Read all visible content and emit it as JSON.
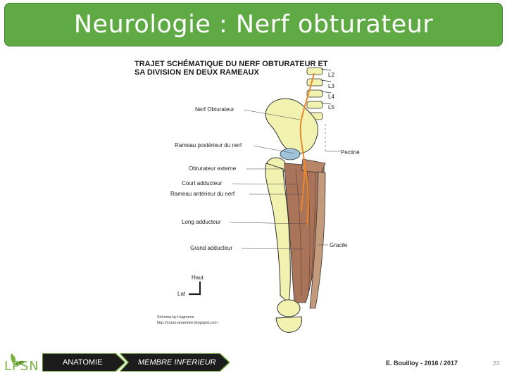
{
  "slide": {
    "title": "Neurologie : Nerf obturateur",
    "page_number": "23"
  },
  "diagram": {
    "title_line1": "TRAJET SCHÉMATIQUE DU NERF OBTURATEUR ET",
    "title_line2": "SA DIVISION EN DEUX RAMEAUX",
    "vertebrae": [
      "L2",
      "L3",
      "L4",
      "L5"
    ],
    "labels_left": [
      "Nerf Obturateur",
      "Rameau postérieur du nerf",
      "Obturateur externe",
      "Court adducteur",
      "Rameau antérieur du nerf",
      "Long adducteur",
      "Grand adducteur"
    ],
    "labels_right": [
      "Pectiné",
      "Gracile"
    ],
    "orientation": {
      "up": "Haut",
      "lateral": "Lat"
    },
    "credit_line1": "Schema by Hagmove",
    "credit_line2": "http://cours-anatomie.blogspot.com",
    "colors": {
      "bone": "#f2f2b0",
      "muscle": "#a9745a",
      "nerve": "#e8862a",
      "cartilage": "#9fc3d8"
    }
  },
  "footer": {
    "logo": "LPSN",
    "breadcrumb_1": "ANATOMIE",
    "breadcrumb_2": "MEMBRE INFERIEUR",
    "author": "E. Bouilloy - 2016 / 2017"
  }
}
